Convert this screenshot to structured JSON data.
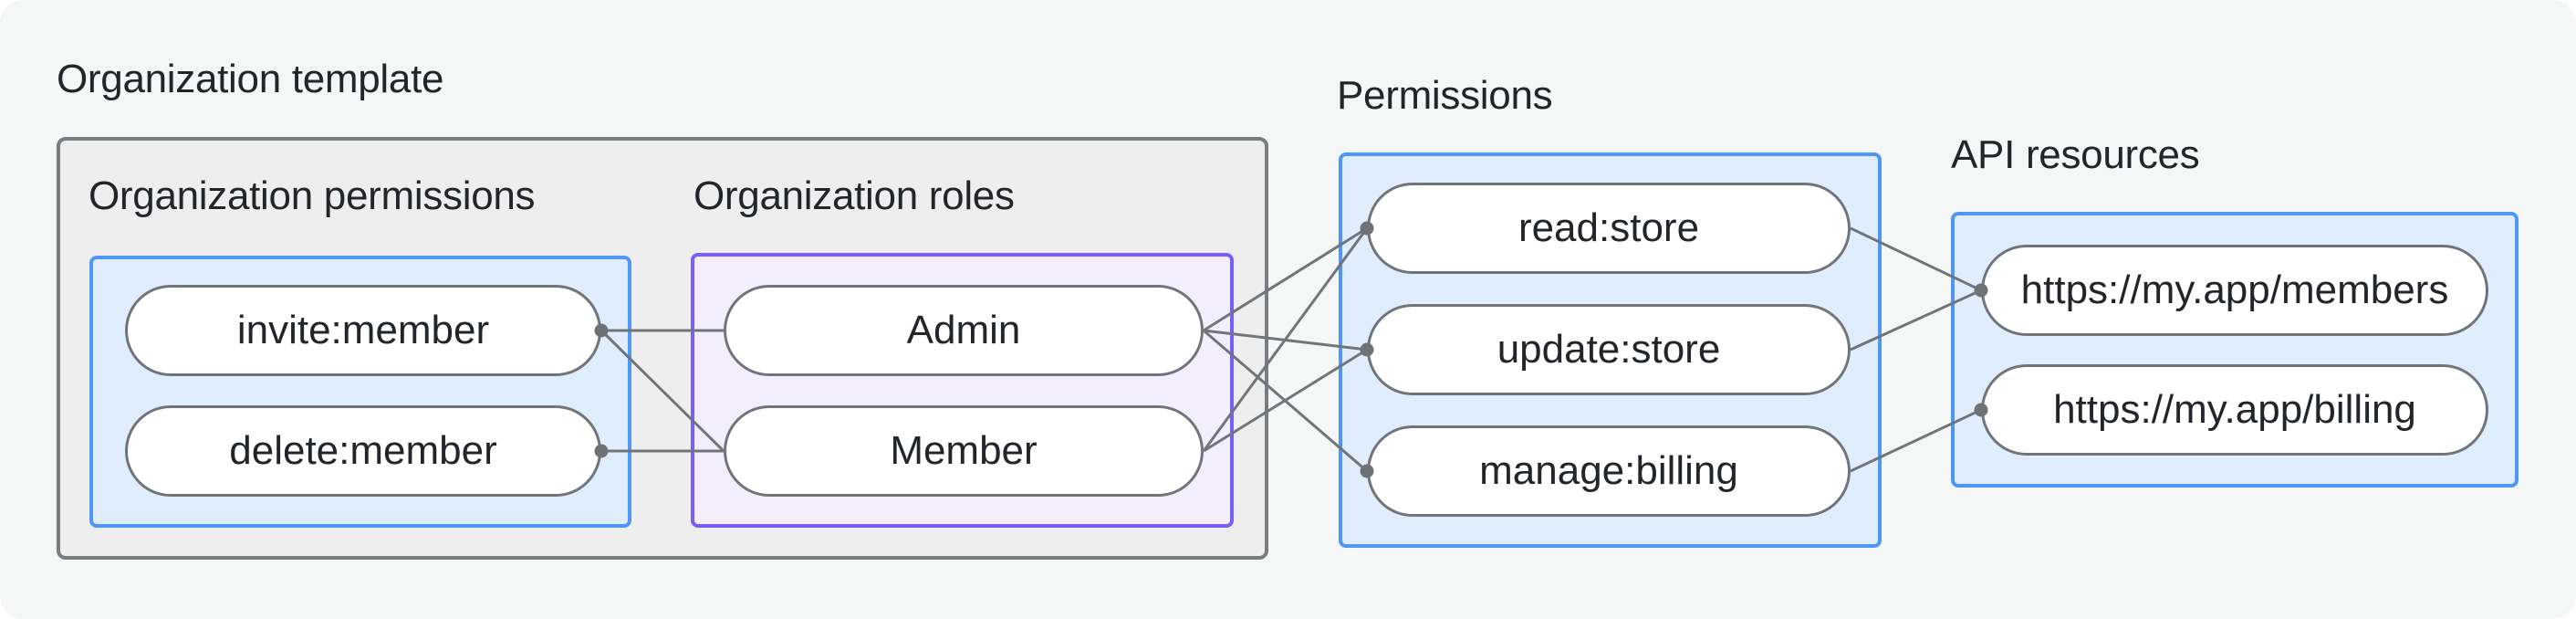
{
  "diagram": {
    "title": "Organization template",
    "groups": {
      "org_permissions": {
        "label": "Organization permissions",
        "items": [
          {
            "label": "invite:member"
          },
          {
            "label": "delete:member"
          }
        ]
      },
      "org_roles": {
        "label": "Organization roles",
        "items": [
          {
            "label": "Admin"
          },
          {
            "label": "Member"
          }
        ]
      },
      "permissions": {
        "label": "Permissions",
        "items": [
          {
            "label": "read:store"
          },
          {
            "label": "update:store"
          },
          {
            "label": "manage:billing"
          }
        ]
      },
      "api_resources": {
        "label": "API resources",
        "items": [
          {
            "label": "https://my.app/members"
          },
          {
            "label": "https://my.app/billing"
          }
        ]
      }
    },
    "connections": [
      {
        "from": "invite:member",
        "to": "Admin"
      },
      {
        "from": "invite:member",
        "to": "Member"
      },
      {
        "from": "delete:member",
        "to": "Member"
      },
      {
        "from": "Admin",
        "to": "read:store"
      },
      {
        "from": "Admin",
        "to": "update:store"
      },
      {
        "from": "Admin",
        "to": "manage:billing"
      },
      {
        "from": "Member",
        "to": "read:store"
      },
      {
        "from": "Member",
        "to": "update:store"
      },
      {
        "from": "read:store",
        "to": "https://my.app/members"
      },
      {
        "from": "update:store",
        "to": "https://my.app/members"
      },
      {
        "from": "manage:billing",
        "to": "https://my.app/billing"
      }
    ],
    "colors": {
      "canvas_bg": "#f5f6f6",
      "outer_box_fill": "#eeeeef",
      "outer_box_border": "#797d81",
      "blue_box_fill": "#e0edfd",
      "blue_box_border": "#4f97f7",
      "purple_box_fill": "#f3eefe",
      "purple_box_border": "#7a5cf8",
      "node_fill": "#ffffff",
      "node_border": "#71757a",
      "edge": "#71757a",
      "text": "#22252a"
    }
  }
}
